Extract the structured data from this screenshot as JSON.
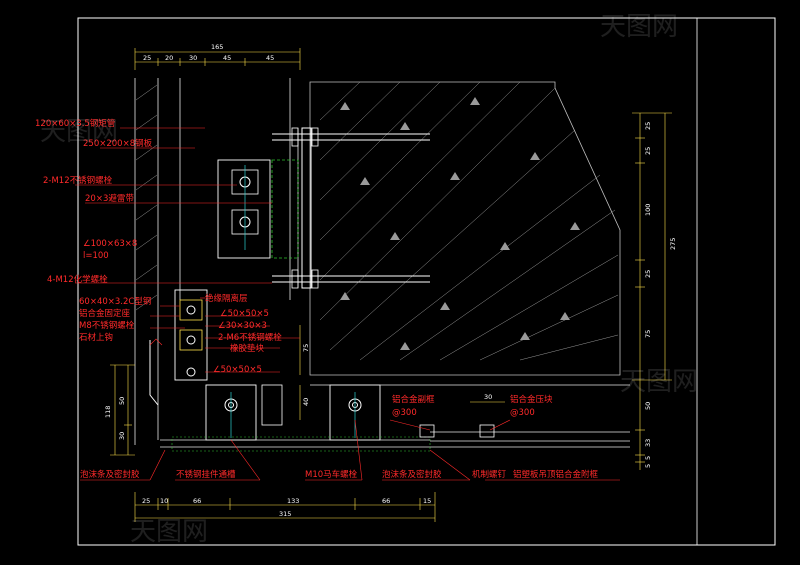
{
  "labels_left": [
    {
      "id": "steel-tube",
      "text": "120×60×3.5钢矩管"
    },
    {
      "id": "steel-plate",
      "text": "250×200×8钢板"
    },
    {
      "id": "stainless-bolt",
      "text": "2-M12不锈钢螺栓"
    },
    {
      "id": "lightning-strip",
      "text": "20×3避雷带"
    },
    {
      "id": "angle-steel",
      "text": "∠100×63×8"
    },
    {
      "id": "angle-length",
      "text": "l=100"
    },
    {
      "id": "chem-bolt",
      "text": "4-M12化学螺栓"
    },
    {
      "id": "c-steel",
      "text": "60×40×3.2C型钢"
    },
    {
      "id": "alu-base",
      "text": "铝合金固定座"
    },
    {
      "id": "m8-bolt",
      "text": "M8不锈钢螺栓"
    },
    {
      "id": "stone-hook",
      "text": "石材上钩"
    }
  ],
  "labels_mid": [
    {
      "id": "insulation",
      "text": "绝缘隔离层"
    },
    {
      "id": "angle-50-5",
      "text": "∠50×50×5"
    },
    {
      "id": "angle-30-3",
      "text": "∠30×30×3"
    },
    {
      "id": "m6-bolt",
      "text": "2-M6不锈钢螺栓"
    },
    {
      "id": "rubber-pad",
      "text": "橡胶垫块"
    },
    {
      "id": "angle-50-5b",
      "text": "∠50×50×5"
    }
  ],
  "labels_right": [
    {
      "id": "alu-frame",
      "text": "铝合金副框"
    },
    {
      "id": "alu-at",
      "text": "@300"
    },
    {
      "id": "alu-clip",
      "text": "铝合金压块"
    },
    {
      "id": "clip-at",
      "text": "@300"
    }
  ],
  "labels_bottom": [
    {
      "id": "foam-seal",
      "text": "泡沫条及密封胶"
    },
    {
      "id": "ss-hanger",
      "text": "不锈钢挂件通槽"
    },
    {
      "id": "m10-bolt",
      "text": "M10马车螺栓"
    },
    {
      "id": "foam-seal-2",
      "text": "泡沫条及密封胶"
    },
    {
      "id": "machine-screw",
      "text": "机制螺钉"
    },
    {
      "id": "ceiling-frame",
      "text": "铝塑板吊顶铝合金附框"
    }
  ],
  "dims_top": {
    "total": "165",
    "parts": [
      "25",
      "20",
      "30",
      "45",
      "45"
    ]
  },
  "dims_bottom": {
    "total": "315",
    "parts": [
      "25",
      "10",
      "66",
      "133",
      "66",
      "15"
    ]
  },
  "dims_right": {
    "total": "275",
    "parts": [
      "25",
      "25",
      "100",
      "25",
      "75",
      "50",
      "33",
      "5",
      "5"
    ]
  },
  "dims_left": {
    "total": "118",
    "parts": [
      "50",
      "30"
    ]
  },
  "dims_inner": {
    "v75": "75",
    "v40": "40",
    "h30": "30"
  },
  "watermark": "天图网"
}
